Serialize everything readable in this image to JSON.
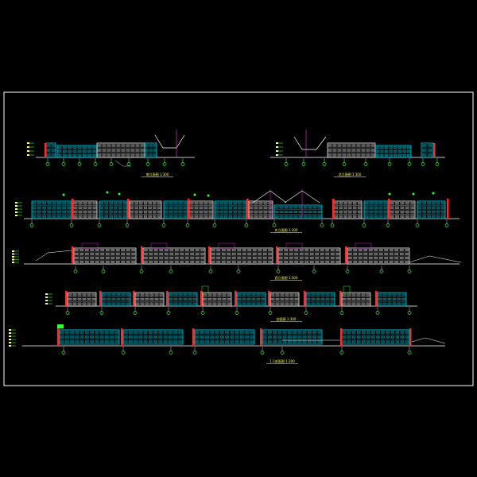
{
  "drawing": {
    "background": "#000000",
    "frame_color": "#ffffff",
    "colors": {
      "wall_cyan": "#00e5ff",
      "wall_white": "#ffffff",
      "accent_red": "#ff2a2a",
      "accent_green": "#33ff33",
      "accent_yellow": "#ffff66",
      "accent_magenta": "#ff33ff",
      "accent_blue": "#3355ff"
    },
    "elevations": [
      {
        "id": "elev-1",
        "title": "南立面图 1:300",
        "scale_note": ""
      },
      {
        "id": "elev-2",
        "title": "北立面图 1:300",
        "scale_note": ""
      },
      {
        "id": "elev-3",
        "title": "东立面图 1:300",
        "scale_note": ""
      },
      {
        "id": "elev-4",
        "title": "西立面图 1:300",
        "scale_note": ""
      },
      {
        "id": "elev-5",
        "title": "剖面图 1:300",
        "scale_note": ""
      },
      {
        "id": "elev-6",
        "title": "1-1剖面图 1:300",
        "scale_note": ""
      }
    ]
  }
}
